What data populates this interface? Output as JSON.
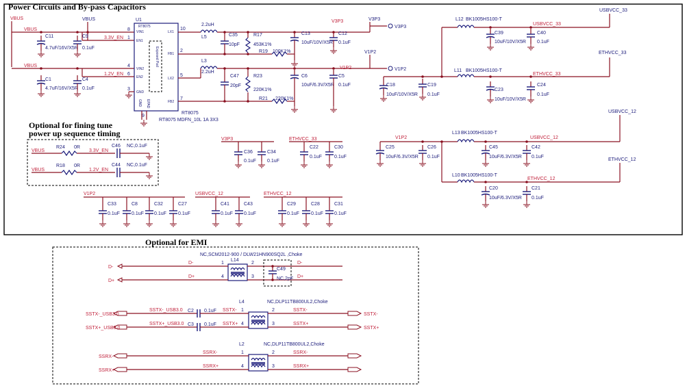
{
  "titles": {
    "power": "Power Circuits and By-pass Capacitors",
    "tune_line1": "Optional for fining tune",
    "tune_line2": "power up sequence timing",
    "emi": "Optional for EMI"
  },
  "ic": {
    "ref": "U1",
    "part": "RT8075",
    "pad_line1": "Exposed Pad",
    "pins_left": [
      "VIN1",
      "EN1",
      "VIN2",
      "EN2",
      "GND",
      "GND",
      "EPAD"
    ],
    "pins_right": [
      "LX1",
      "FB1",
      "LX2",
      "FB2"
    ],
    "pin_nums": [
      "8",
      "1",
      "4",
      "6",
      "3",
      "9",
      "10",
      "2",
      "5",
      "7"
    ],
    "label1": "RT8075",
    "label2": "RT8075  MDFN_10L  1A  3X3"
  },
  "nets": {
    "vbus": "VBUS",
    "en33": "3.3V_EN",
    "en12": "1.2V_EN",
    "v3p3": "V3P3",
    "v1p2": "V1P2",
    "usbvcc33": "USBVCC_33",
    "ethvcc33": "ETHVCC_33",
    "usbvcc12": "USBVCC_12",
    "ethvcc12": "ETHVCC_12"
  },
  "parts": {
    "C11": {
      "ref": "C11",
      "val": "4.7uF/16V/X5R"
    },
    "C9": {
      "ref": "C9",
      "val": "0.1uF"
    },
    "C1": {
      "ref": "C1",
      "val": "4.7uF/16V/X5R"
    },
    "C4": {
      "ref": "C4",
      "val": "0.1uF"
    },
    "L5": {
      "ref": "L5",
      "val": "2.2uH"
    },
    "L3": {
      "ref": "L3",
      "val": "2.2uH"
    },
    "C35": {
      "ref": "C35",
      "val": "10pF"
    },
    "R17": {
      "ref": "R17",
      "val": "453K1%"
    },
    "R19": {
      "ref": "R19",
      "val": "100K1%"
    },
    "C13": {
      "ref": "C13",
      "val": "10uF/10V/X5R"
    },
    "C12": {
      "ref": "C12",
      "val": "0.1uF"
    },
    "C47": {
      "ref": "C47",
      "val": "20pF"
    },
    "R23": {
      "ref": "R23",
      "val": "220K1%"
    },
    "R21": {
      "ref": "R21",
      "val": "220K1%"
    },
    "C6": {
      "ref": "C6",
      "val": "10uF/6.3V/X5R"
    },
    "C5": {
      "ref": "C5",
      "val": "0.1uF"
    },
    "L12": {
      "ref": "L12",
      "val": "BK1005HS100-T"
    },
    "C39": {
      "ref": "C39",
      "val": "10uF/10V/X5R"
    },
    "C40": {
      "ref": "C40",
      "val": "0.1uF"
    },
    "L11": {
      "ref": "L11",
      "val": "BK1005HS100-T"
    },
    "C18": {
      "ref": "C18",
      "val": "10uF/10V/X5R"
    },
    "C19": {
      "ref": "C19",
      "val": "0.1uF"
    },
    "C23": {
      "ref": "C23",
      "val": "10uF/10V/X5R"
    },
    "C24": {
      "ref": "C24",
      "val": "0.1uF"
    },
    "R24": {
      "ref": "R24",
      "val": "0R"
    },
    "C46": {
      "ref": "C46",
      "val": "NC,0.1uF"
    },
    "R18": {
      "ref": "R18",
      "val": "0R"
    },
    "C44": {
      "ref": "C44",
      "val": "NC,0.1uF"
    },
    "C36": {
      "ref": "C36",
      "val": "0.1uF"
    },
    "C34": {
      "ref": "C34",
      "val": "0.1uF"
    },
    "C22": {
      "ref": "C22",
      "val": "0.1uF"
    },
    "C30": {
      "ref": "C30",
      "val": "0.1uF"
    },
    "C25": {
      "ref": "C25",
      "val": "10uF/6.3V/X5R"
    },
    "C26": {
      "ref": "C26",
      "val": "0.1uF"
    },
    "L13": {
      "ref": "L13",
      "val": "BK1005HS100-T"
    },
    "C45": {
      "ref": "C45",
      "val": "10uF/6.3V/X5R"
    },
    "C42": {
      "ref": "C42",
      "val": "0.1uF"
    },
    "L10": {
      "ref": "L10",
      "val": "BK1005HS100-T"
    },
    "C20": {
      "ref": "C20",
      "val": "10uF/6.3V/X5R"
    },
    "C21": {
      "ref": "C21",
      "val": "0.1uF"
    },
    "C33": {
      "ref": "C33",
      "val": "0.1uF"
    },
    "C8": {
      "ref": "C8",
      "val": "0.1uF"
    },
    "C32": {
      "ref": "C32",
      "val": "0.1uF"
    },
    "C27": {
      "ref": "C27",
      "val": "0.1uF"
    },
    "C41": {
      "ref": "C41",
      "val": "0.1uF"
    },
    "C43": {
      "ref": "C43",
      "val": "0.1uF"
    },
    "C29": {
      "ref": "C29",
      "val": "0.1uF"
    },
    "C28": {
      "ref": "C28",
      "val": "0.1uF"
    },
    "C31": {
      "ref": "C31",
      "val": "0.1uF"
    }
  },
  "emi": {
    "l14_part": "NC,SCM2012-900 / DLW21HN900SQ2L ,Choke",
    "l14_ref": "L14",
    "c49_ref": "C49",
    "c49_val": "NC,2pF",
    "l4_part": "NC,DLP11TB800UL2,Choke",
    "l4_ref": "L4",
    "l2_part": "NC,DLP11TB800UL2,Choke",
    "l2_ref": "L2",
    "c2_ref": "C2",
    "c2_val": "0.1uF",
    "c3_ref": "C3",
    "c3_val": "0.1uF",
    "sig_dm": "D-",
    "sig_dp": "D+",
    "sstxm_usb": "SSTX-_USB3.0",
    "sstxp_usb": "SSTX+_USB3.0",
    "sstxm": "SSTX-",
    "sstxp": "SSTX+",
    "ssrxm": "SSRX-",
    "ssrxp": "SSRX+",
    "pin1": "1",
    "pin2": "2",
    "pin3": "3",
    "pin4": "4"
  }
}
